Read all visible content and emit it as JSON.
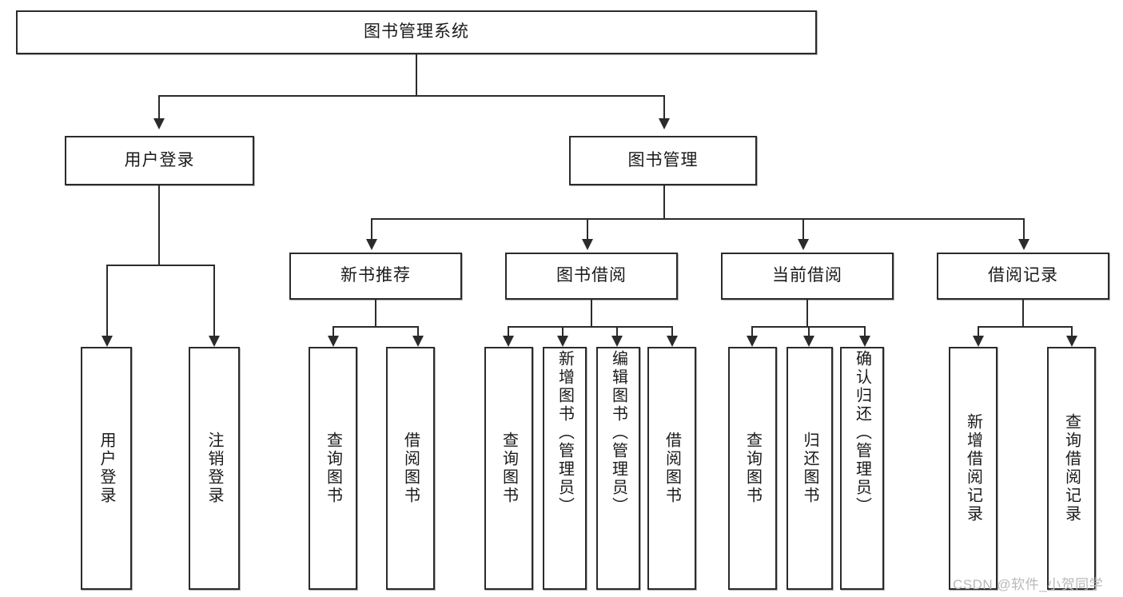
{
  "diagram": {
    "title": "图书管理系统",
    "type": "hierarchy-tree",
    "root": {
      "label": "图书管理系统"
    },
    "level1": [
      {
        "label": "用户登录"
      },
      {
        "label": "图书管理"
      }
    ],
    "level2": [
      {
        "label": "新书推荐"
      },
      {
        "label": "图书借阅"
      },
      {
        "label": "当前借阅"
      },
      {
        "label": "借阅记录"
      }
    ],
    "leaves": {
      "user_login": [
        {
          "label": "用户登录"
        },
        {
          "label": "注销登录"
        }
      ],
      "new_book_recommend": [
        {
          "label": "查询图书"
        },
        {
          "label": "借阅图书"
        }
      ],
      "book_borrow": [
        {
          "label": "查询图书"
        },
        {
          "label": "新增图书（管理员）"
        },
        {
          "label": "编辑图书（管理员）"
        },
        {
          "label": "借阅图书"
        }
      ],
      "current_borrow": [
        {
          "label": "查询图书"
        },
        {
          "label": "归还图书"
        },
        {
          "label": "确认归还（管理员）"
        }
      ],
      "borrow_records": [
        {
          "label": "新增借阅记录"
        },
        {
          "label": "查询借阅记录"
        }
      ]
    }
  },
  "watermark": {
    "text": "CSDN @软件_小贺同学"
  },
  "colors": {
    "box_border": "#2b2b2b",
    "box_fill": "#ffffff",
    "text": "#1a1a1a",
    "watermark": "#b9b9b9",
    "background": "#ffffff"
  }
}
